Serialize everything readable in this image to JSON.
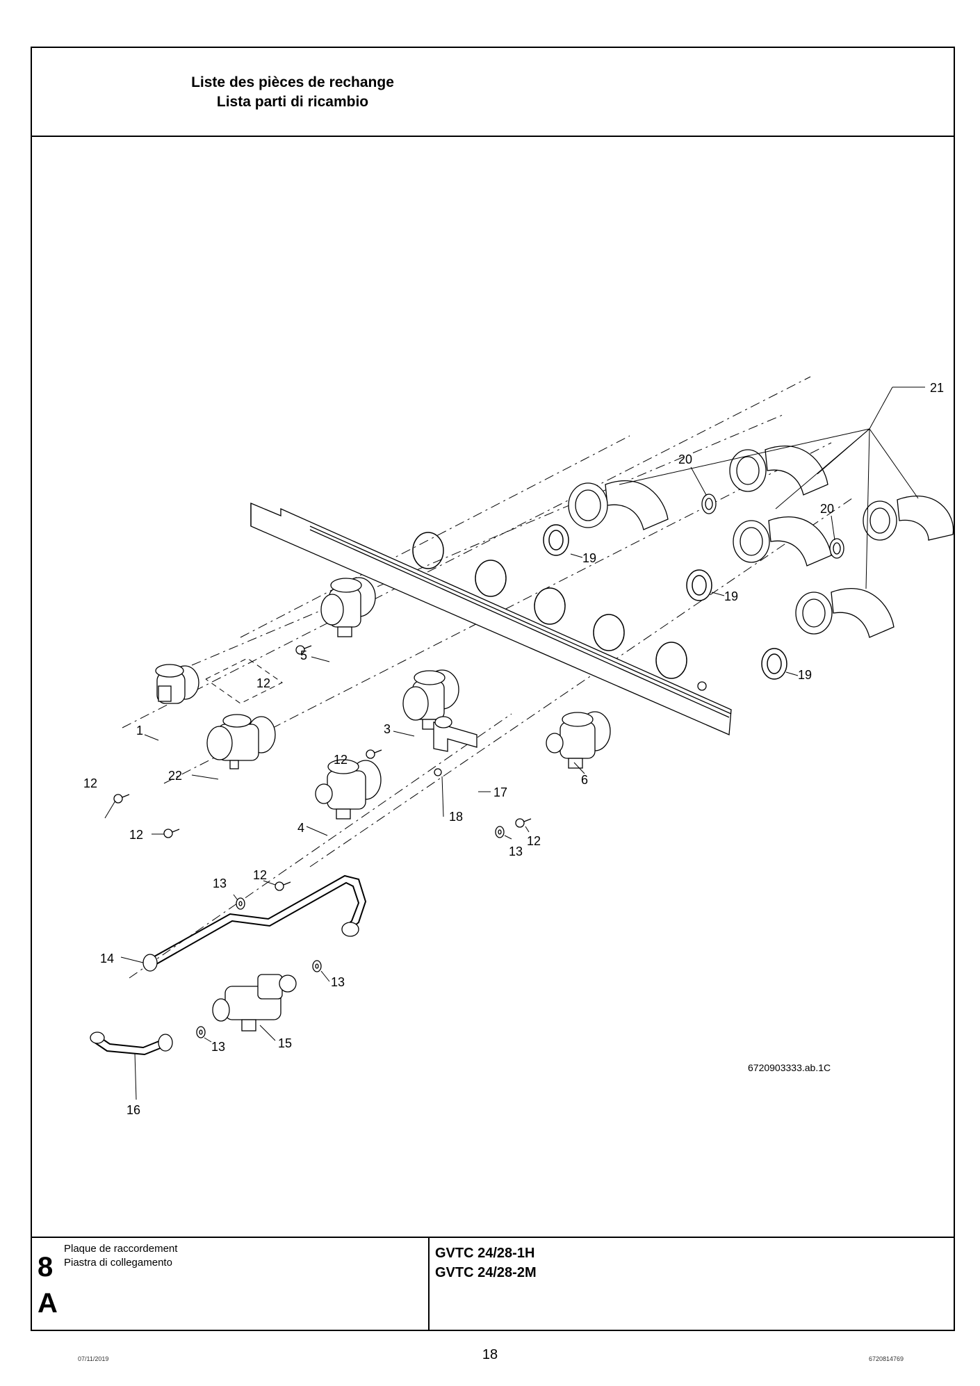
{
  "header": {
    "title_fr": "Liste des pièces de rechange",
    "title_it": "Lista parti di ricambio"
  },
  "drawing": {
    "reference": "6720903333.ab.1C",
    "callouts": [
      "1",
      "3",
      "4",
      "5",
      "6",
      "12",
      "13",
      "14",
      "15",
      "16",
      "17",
      "18",
      "19",
      "20",
      "21",
      "22"
    ]
  },
  "footer": {
    "section_number": "8",
    "section_letter": "A",
    "description_fr": "Plaque de raccordement",
    "description_it": "Piastra di collegamento",
    "model_1": "GVTC 24/28-1H",
    "model_2": "GVTC 24/28-2M"
  },
  "page": {
    "date": "07/11/2019",
    "number": "18",
    "document_number": "6720814769"
  }
}
